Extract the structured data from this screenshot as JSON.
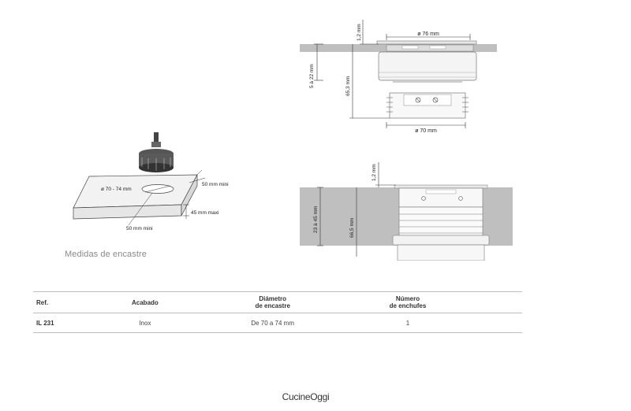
{
  "drawings": {
    "top_view": {
      "dim_top_diameter": "ø 76 mm",
      "dim_flange": "1,2 mm",
      "dim_thickness_range": "5 à 22 mm",
      "dim_depth": "65,3 mm",
      "dim_bottom_diameter": "ø 70 mm"
    },
    "install_view": {
      "dim_hole": "ø 70 -  74 mm",
      "dim_edge_min": "50 mm mini",
      "dim_thickness_max": "45 mm maxi",
      "dim_edge_bottom": "50 mm mini"
    },
    "section_view": {
      "dim_flange": "1,2 mm",
      "dim_thickness_range": "23 à 45 mm",
      "dim_depth": "66,5 mm"
    }
  },
  "caption": "Medidas de encastre",
  "table": {
    "headers": {
      "ref": "Ref.",
      "finish": "Acabado",
      "diameter_l1": "Diámetro",
      "diameter_l2": "de encastre",
      "sockets_l1": "Número",
      "sockets_l2": "de enchufes"
    },
    "rows": [
      {
        "ref": "IL 231",
        "finish": "Inox",
        "diameter": "De 70 a 74 mm",
        "sockets": "1"
      }
    ]
  },
  "brand": "CucineOggi"
}
